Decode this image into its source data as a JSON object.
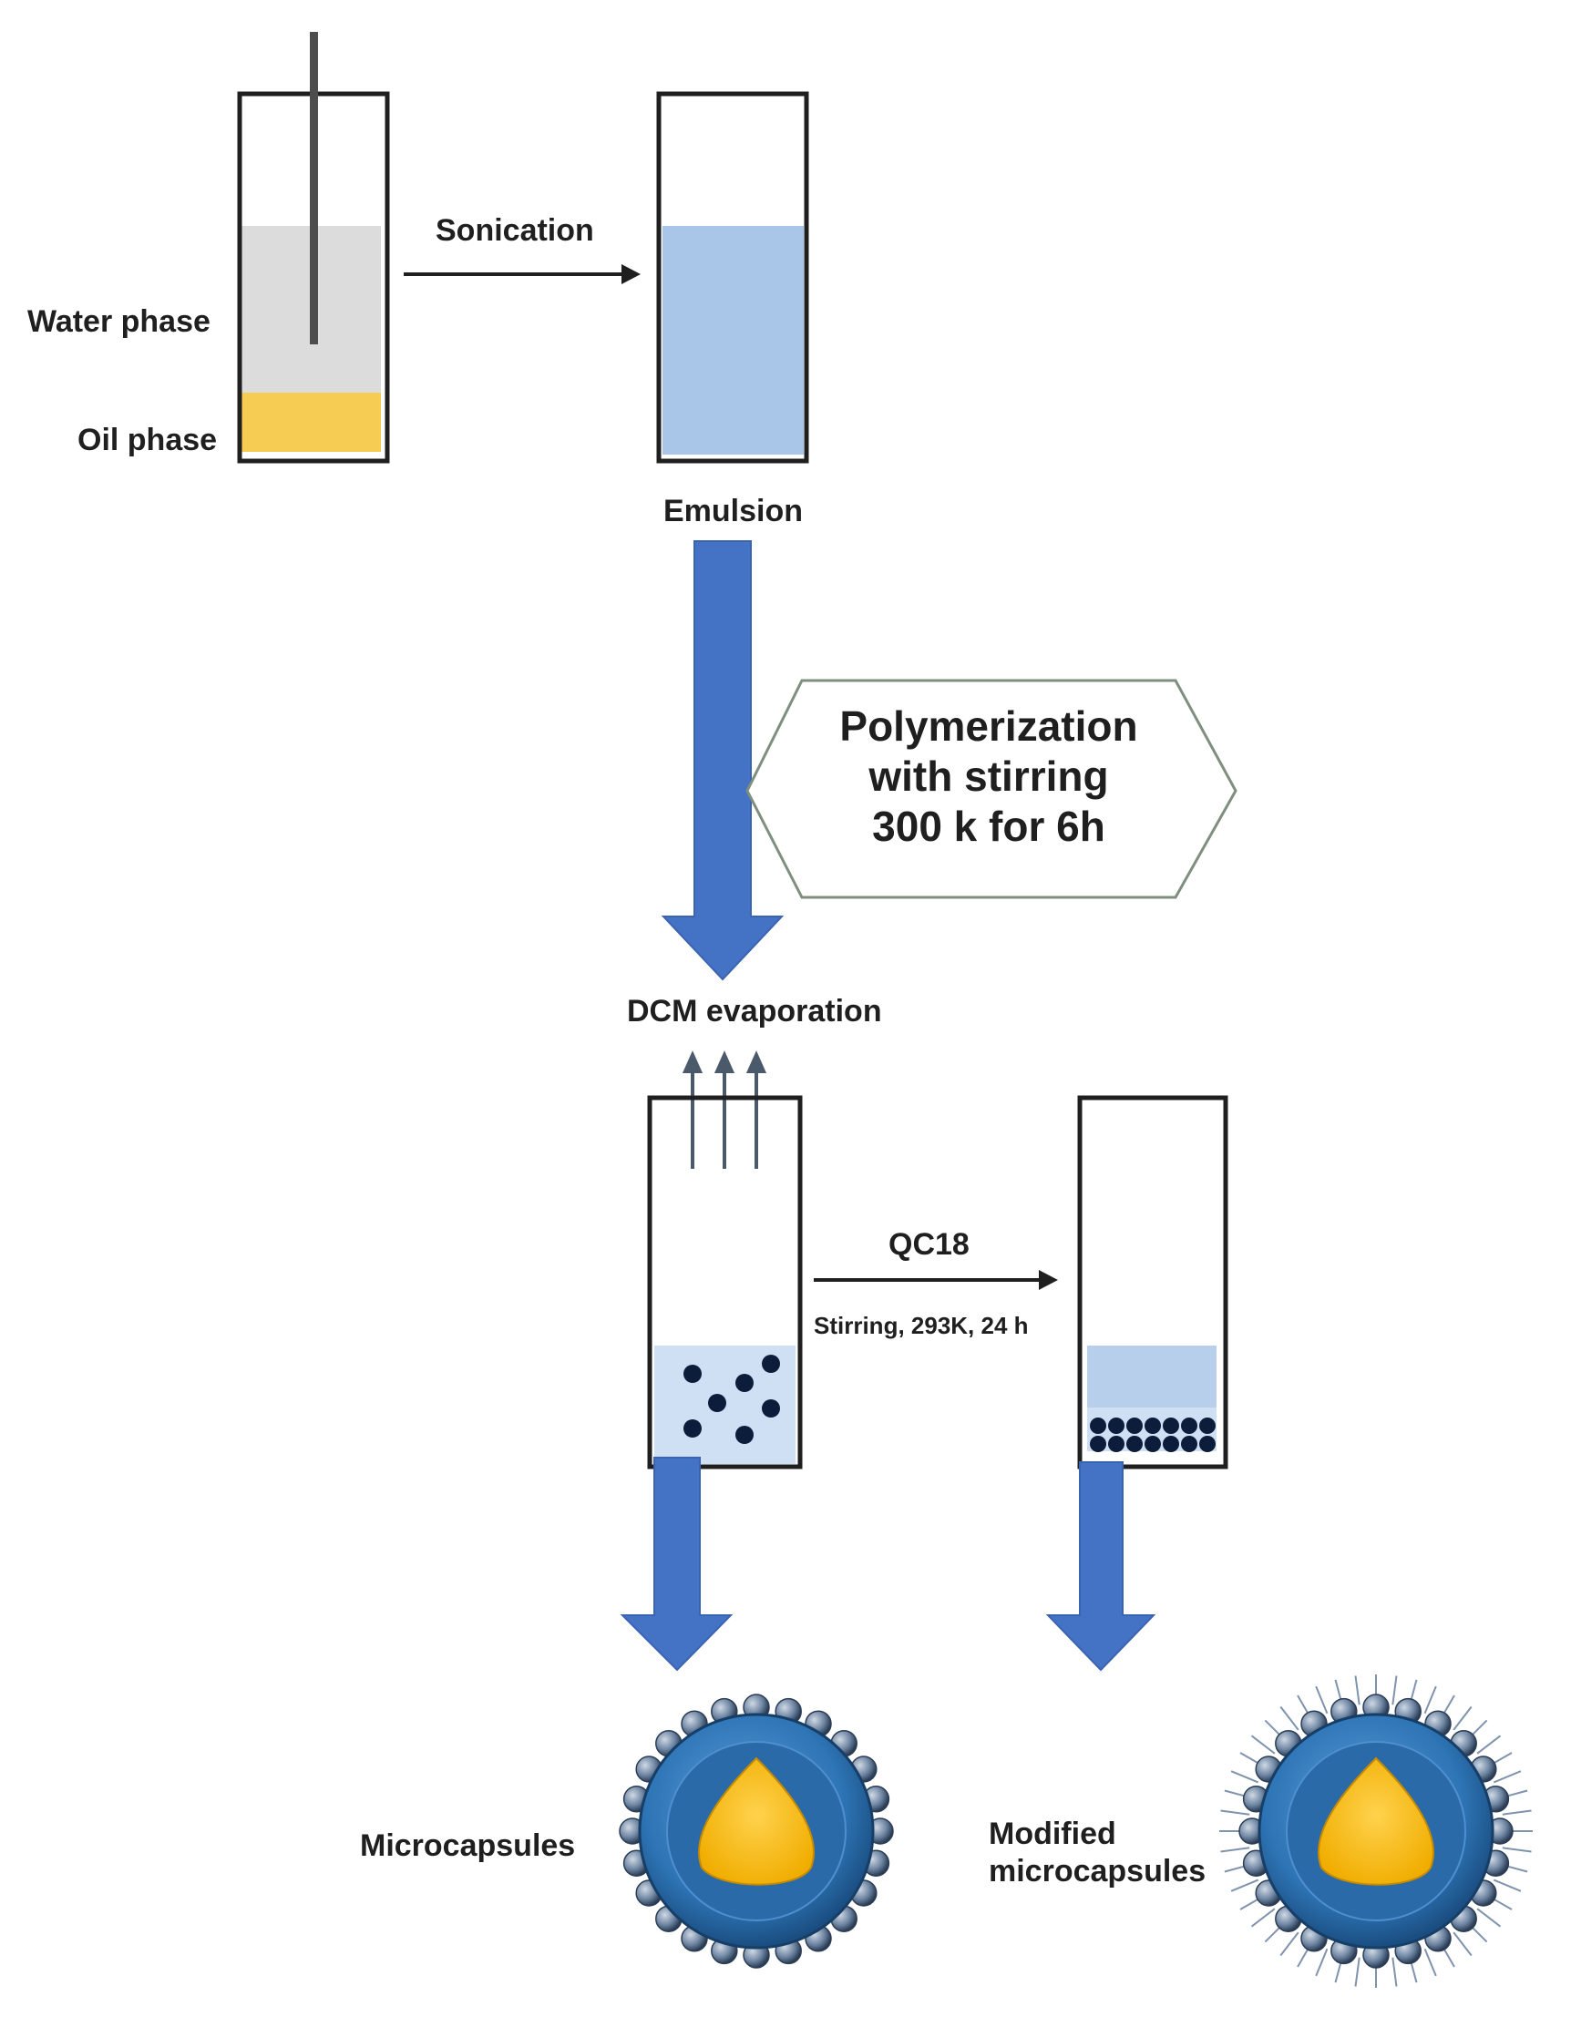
{
  "labels": {
    "water_phase": "Water phase",
    "oil_phase": "Oil phase",
    "sonication": "Sonication",
    "emulsion": "Emulsion",
    "polymerization_line1": "Polymerization",
    "polymerization_line2": "with stirring",
    "polymerization_line3": "300 k for 6h",
    "dcm_evaporation": "DCM evaporation",
    "qc18": "QC18",
    "stirring_conditions": "Stirring, 293K, 24 h",
    "microcapsules": "Microcapsules",
    "modified_line1": "Modified",
    "modified_line2": "microcapsules"
  },
  "colors": {
    "oil": "#f7cc52",
    "water": "#dcdcdc",
    "emulsion": "#a9c5e8",
    "light_liquid": "#cfe0f4",
    "flow_arrow": "#4472c4",
    "capsule_shell": "#2e75b6",
    "capsule_core": "#f5b800",
    "particle": "#0b1d3a"
  }
}
